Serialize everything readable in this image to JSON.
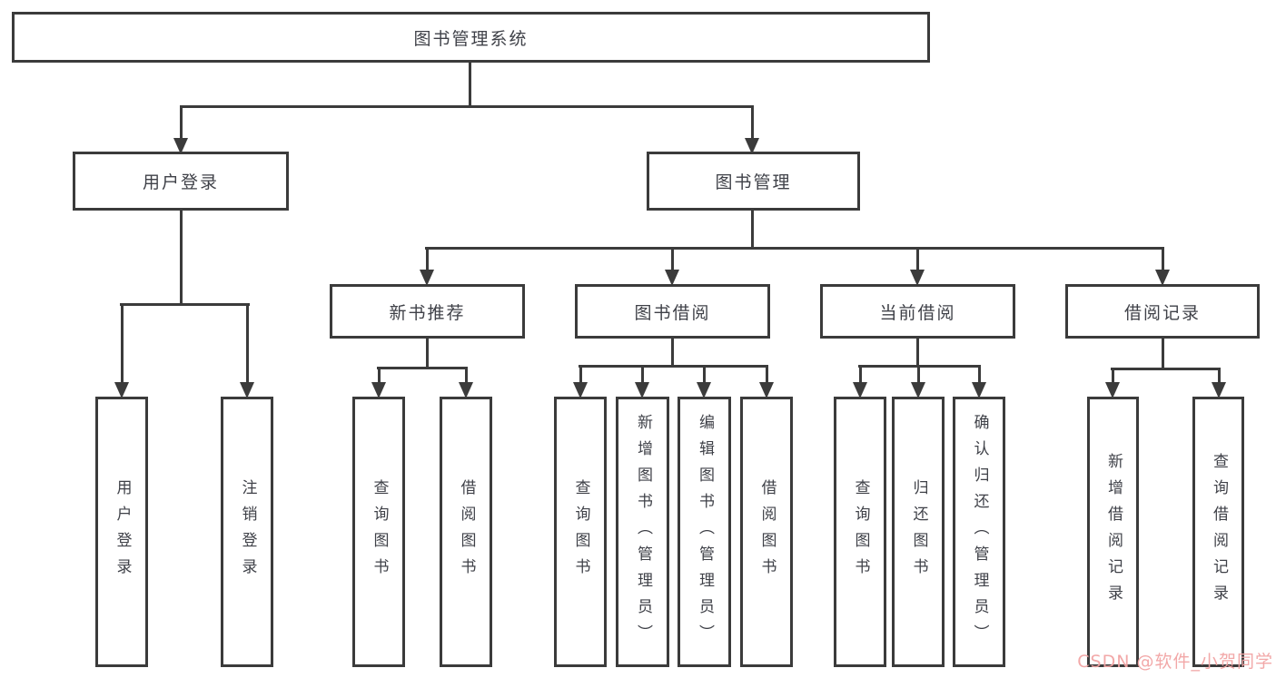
{
  "colors": {
    "line": "#3b3b3b",
    "text": "#3f4148",
    "background": "#ffffff",
    "watermark": "#f2a4a4"
  },
  "tree": {
    "root": {
      "label": "图书管理系统",
      "children": [
        {
          "label": "用户登录",
          "children": [
            {
              "label": "用户登录"
            },
            {
              "label": "注销登录"
            }
          ]
        },
        {
          "label": "图书管理",
          "children": [
            {
              "label": "新书推荐",
              "children": [
                {
                  "label": "查询图书"
                },
                {
                  "label": "借阅图书"
                }
              ]
            },
            {
              "label": "图书借阅",
              "children": [
                {
                  "label": "查询图书"
                },
                {
                  "label": "新增图书（管理员）"
                },
                {
                  "label": "编辑图书（管理员）"
                },
                {
                  "label": "借阅图书"
                }
              ]
            },
            {
              "label": "当前借阅",
              "children": [
                {
                  "label": "查询图书"
                },
                {
                  "label": "归还图书"
                },
                {
                  "label": "确认归还（管理员）"
                }
              ]
            },
            {
              "label": "借阅记录",
              "children": [
                {
                  "label": "新增借阅记录"
                },
                {
                  "label": "查询借阅记录"
                }
              ]
            }
          ]
        }
      ]
    }
  },
  "watermark": {
    "text": "CSDN @软件_小贺同学"
  }
}
